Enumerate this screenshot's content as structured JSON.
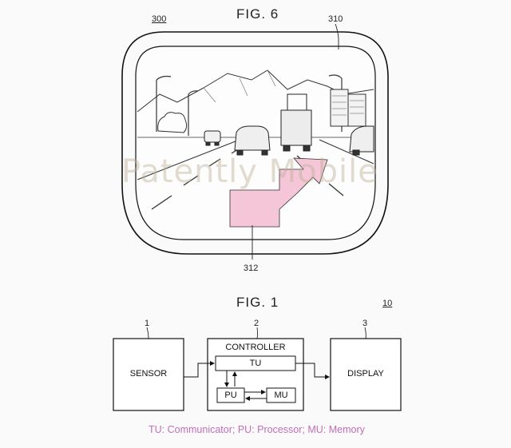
{
  "fig6": {
    "title": "FIG. 6",
    "ref_300": "300",
    "ref_310": "310",
    "ref_312": "312",
    "arrow_color": "#f4c6d8"
  },
  "watermark": "Patently Mobile",
  "fig1": {
    "title": "FIG. 1",
    "ref_10": "10",
    "ref_sensor": "1",
    "ref_controller": "2",
    "ref_display": "3",
    "sensor_label": "SENSOR",
    "controller_label": "CONTROLLER",
    "tu_label": "TU",
    "pu_label": "PU",
    "mu_label": "MU",
    "display_label": "DISPLAY"
  },
  "caption": "TU: Communicator; PU: Processor; MU: Memory"
}
